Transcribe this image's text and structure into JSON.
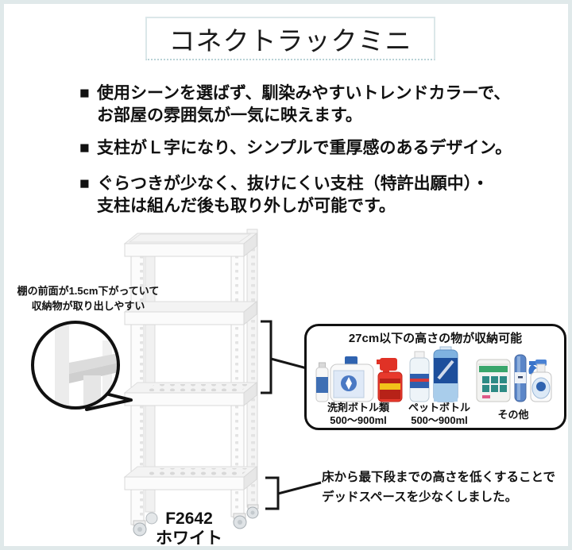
{
  "title": "コネクトラックミニ",
  "features": [
    {
      "marker": "■",
      "line1": "使用シーンを選ばず、馴染みやすいトレンドカラーで、",
      "line2": "お部屋の雰囲気が一気に映えます。"
    },
    {
      "marker": "■",
      "line1": "支柱がＬ字になり、シンプルで重厚感のあるデザイン。",
      "line2": ""
    },
    {
      "marker": "■",
      "line1": "ぐらつきが少なく、抜けにくい支柱（特許出願中）・",
      "line2": "支柱は組んだ後も取り外しが可能です。"
    }
  ],
  "shelf_callout": {
    "line1": "棚の前面が1.5cm下がっていて",
    "line2": "収納物が取り出しやすい"
  },
  "storage_box": {
    "title": "27cm以下の高さの物が収納可能",
    "categories": [
      {
        "name": "洗剤ボトル類",
        "size": "500〜900ml"
      },
      {
        "name": "ペットボトル",
        "size": "500〜900ml"
      },
      {
        "name": "その他",
        "size": ""
      }
    ],
    "icons": [
      "small-bottle-icon",
      "detergent-jug-icon",
      "red-spray-bottle-icon",
      "pet-bottle-icon",
      "sports-drink-bottle-icon",
      "refill-pouch-icon",
      "stick-deodorizer-icon",
      "white-spray-bottle-icon"
    ]
  },
  "floor_note": {
    "line1": "床から最下段までの高さを低くすることで",
    "line2": "デッドスペースを少なくしました。"
  },
  "product": {
    "model": "F2642",
    "color": "ホワイト"
  },
  "colors": {
    "page_border": "#e0e9ea",
    "title_border": "#dbe7e9",
    "ink": "#111111",
    "box_border": "#111111"
  }
}
